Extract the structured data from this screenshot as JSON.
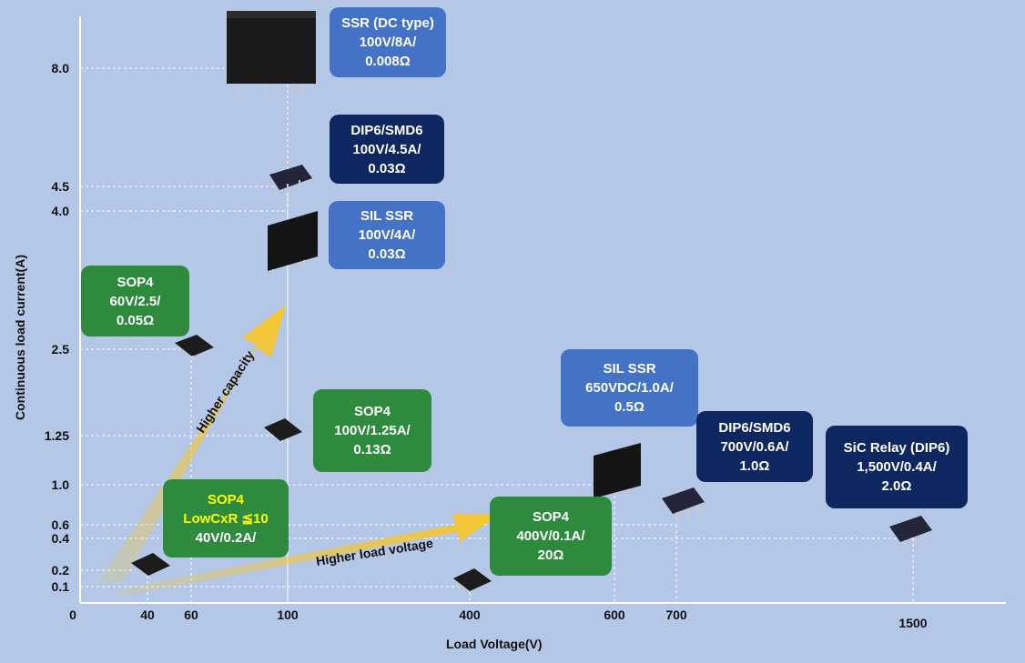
{
  "chart_data": {
    "type": "scatter",
    "xlabel": "Load Voltage(V)",
    "ylabel": "Continuous load current(A)",
    "x_ticks": [
      "0",
      "40",
      "60",
      "100",
      "400",
      "600",
      "700",
      "1500"
    ],
    "y_ticks": [
      "0.1",
      "0.2",
      "0.4",
      "0.6",
      "1.0",
      "1.25",
      "2.5",
      "4.0",
      "4.5",
      "8.0"
    ],
    "points": [
      {
        "id": "ssr-dc",
        "x": 100,
        "y": 8.0,
        "lines": [
          "SSR (DC type)",
          "100V/8A/",
          "0.008Ω"
        ],
        "color": "#4472c4"
      },
      {
        "id": "dip6-100",
        "x": 100,
        "y": 4.5,
        "lines": [
          "DIP6/SMD6",
          "100V/4.5A/",
          "0.03Ω"
        ],
        "color": "#0f2760"
      },
      {
        "id": "sil-100",
        "x": 100,
        "y": 4.0,
        "lines": [
          "SIL SSR",
          "100V/4A/",
          "0.03Ω"
        ],
        "color": "#4472c4"
      },
      {
        "id": "sop4-60",
        "x": 60,
        "y": 2.5,
        "lines": [
          "SOP4",
          "60V/2.5/",
          "0.05Ω"
        ],
        "color": "#2e8b3e"
      },
      {
        "id": "sop4-100",
        "x": 100,
        "y": 1.25,
        "lines": [
          "SOP4",
          "100V/1.25A/",
          "0.13Ω"
        ],
        "color": "#2e8b3e"
      },
      {
        "id": "sop4-40",
        "x": 40,
        "y": 0.2,
        "lines": [
          "SOP4",
          "LowCxR ≦10",
          "40V/0.2A/"
        ],
        "color": "#2e8b3e"
      },
      {
        "id": "sop4-400",
        "x": 400,
        "y": 0.1,
        "lines": [
          "SOP4",
          "400V/0.1A/",
          "20Ω"
        ],
        "color": "#2e8b3e"
      },
      {
        "id": "sil-650",
        "x": 650,
        "y": 1.0,
        "lines": [
          "SIL SSR",
          "650VDC/1.0A/",
          "0.5Ω"
        ],
        "color": "#4472c4"
      },
      {
        "id": "dip6-700",
        "x": 700,
        "y": 0.6,
        "lines": [
          "DIP6/SMD6",
          "700V/0.6A/",
          "1.0Ω"
        ],
        "color": "#0f2760"
      },
      {
        "id": "sic-1500",
        "x": 1500,
        "y": 0.4,
        "lines": [
          "SiC Relay (DIP6)",
          "1,500V/0.4A/",
          "2.0Ω"
        ],
        "color": "#0f2760"
      }
    ],
    "annotations": [
      "Higher capacity",
      "Higher load voltage"
    ]
  }
}
